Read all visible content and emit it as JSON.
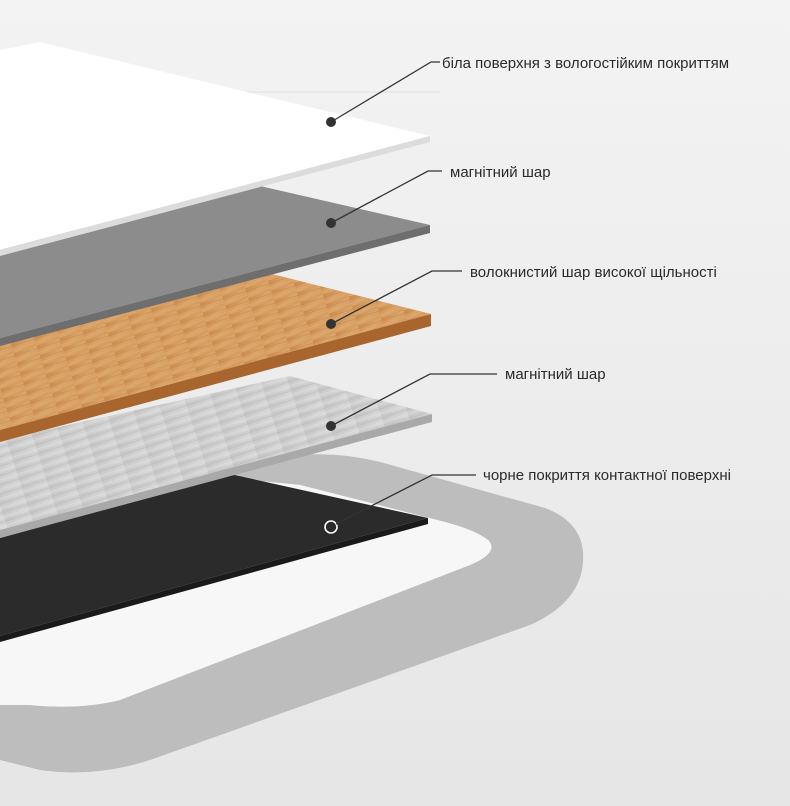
{
  "diagram": {
    "layers": [
      {
        "id": "white-surface",
        "label": "біла поверхня з вологостійким покриттям",
        "color": "#ffffff"
      },
      {
        "id": "magnetic-top",
        "label": "магнітний шар",
        "color": "#8c8c8c"
      },
      {
        "id": "fiber-core",
        "label": "волокнистий шар високої щільності",
        "color": "#d39a5c"
      },
      {
        "id": "magnetic-bottom",
        "label": "магнітний шар",
        "color": "#cfcfcf"
      },
      {
        "id": "black-coating",
        "label": "чорне покриття контактної поверхні",
        "color": "#2b2b2b"
      }
    ],
    "colors": {
      "background": "#e9e9e9",
      "frame": "#bdbdbd",
      "leader_line": "#333333",
      "marker": "#333333"
    }
  }
}
